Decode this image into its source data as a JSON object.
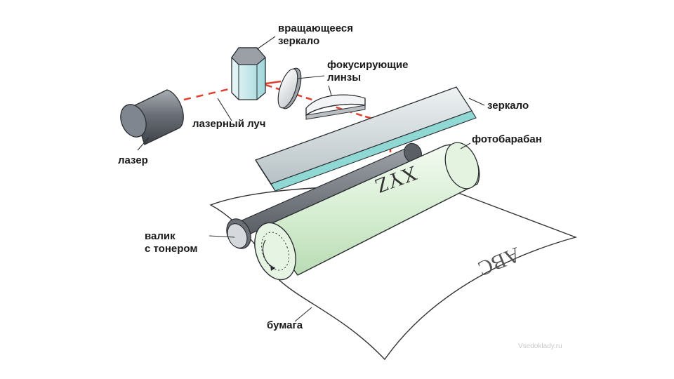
{
  "labels": {
    "rotating_mirror": "вращающееся\nзеркало",
    "focusing_lenses": "фокусирующие\nлинзы",
    "mirror": "зеркало",
    "laser_beam": "лазерный луч",
    "laser": "лазер",
    "photodrum": "фотобарабан",
    "toner_roller": "валик\nс тонером",
    "paper": "бумага"
  },
  "drum_text": "XYZ",
  "paper_text": "ABC",
  "watermark": "Vsedoklady.ru",
  "colors": {
    "laser_beam": "#e0402f",
    "drum_fill": "#dff2dc",
    "mirror_fill": "#cfd8dc",
    "mirror_edge": "#7fd3d0",
    "laser_body": "#7b7f86",
    "roller_dark": "#5a5f66"
  }
}
